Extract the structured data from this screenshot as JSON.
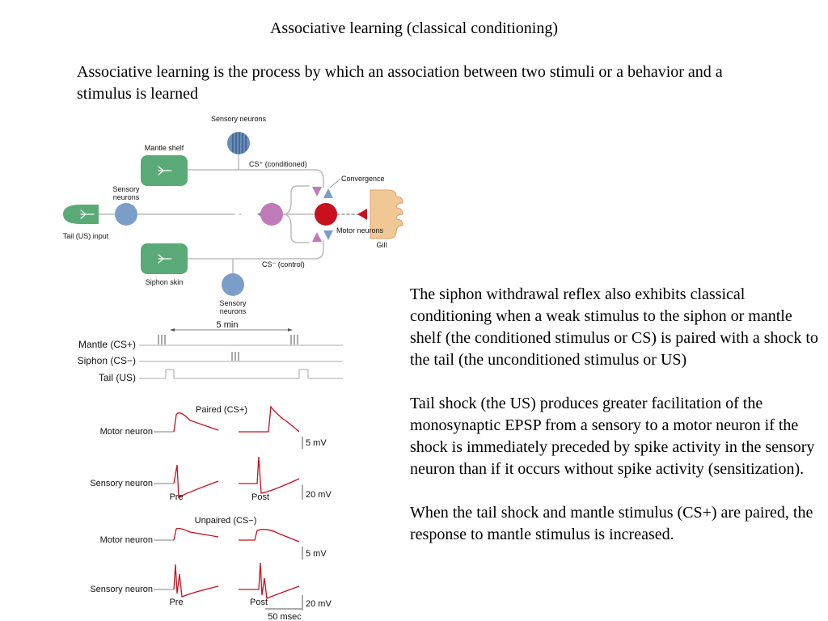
{
  "slide": {
    "title": "Associative learning (classical conditioning)",
    "intro": "Associative learning is the process by which an association between two stimuli or a behavior and a stimulus is learned",
    "paragraphs": [
      "The siphon withdrawal reflex also exhibits classical conditioning when a weak stimulus to the siphon or mantle shelf (the conditioned stimulus or CS) is paired with a shock to the tail (the unconditioned stimulus or US)",
      "Tail shock (the US) produces greater facilitation of the monosynaptic EPSP from a sensory to a motor neuron if the shock is immediately preceded by spike activity in the sensory neuron than if it occurs without spike activity (sensitization).",
      "When the tail shock and mantle stimulus (CS+) are paired, the response to mantle stimulus is increased."
    ]
  },
  "circuit": {
    "sensory_top": "Sensory neurons",
    "mantle_shelf": "Mantle shelf",
    "cs_plus": "CS⁺ (conditioned)",
    "convergence": "Convergence",
    "sensory_left": "Sensory neurons",
    "tail_input": "Tail (US) input",
    "motor_neurons": "Motor neurons",
    "gill": "Gill",
    "siphon_skin": "Siphon skin",
    "cs_minus": "CS⁻ (control)",
    "sensory_bottom": "Sensory neurons"
  },
  "protocol": {
    "interval": "5 min",
    "rows": [
      "Mantle (CS+)",
      "Siphon (CS−)",
      "Tail (US)"
    ]
  },
  "recordings": {
    "paired_title": "Paired (CS+)",
    "unpaired_title": "Unpaired (CS−)",
    "motor_label": "Motor neuron",
    "sensory_label": "Sensory neuron",
    "pre": "Pre",
    "post": "Post",
    "scale_small": "5 mV",
    "scale_large": "20 mV",
    "time_scale": "50 msec"
  },
  "colors": {
    "green_tissue": "#5aaa78",
    "sensory_blue": "#7a9ec8",
    "interneuron_purple": "#c07ab8",
    "motor_red": "#c8101e",
    "gill_tan": "#f0c896",
    "trace_red": "#c8101e"
  }
}
